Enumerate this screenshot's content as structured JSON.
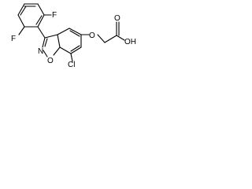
{
  "molecule": {
    "atoms": {
      "F_top": "F",
      "F_bottom": "F",
      "N": "N",
      "O_ring": "O",
      "Cl": "Cl",
      "O_ether": "O",
      "O_carbonyl": "O",
      "OH": "OH"
    }
  }
}
